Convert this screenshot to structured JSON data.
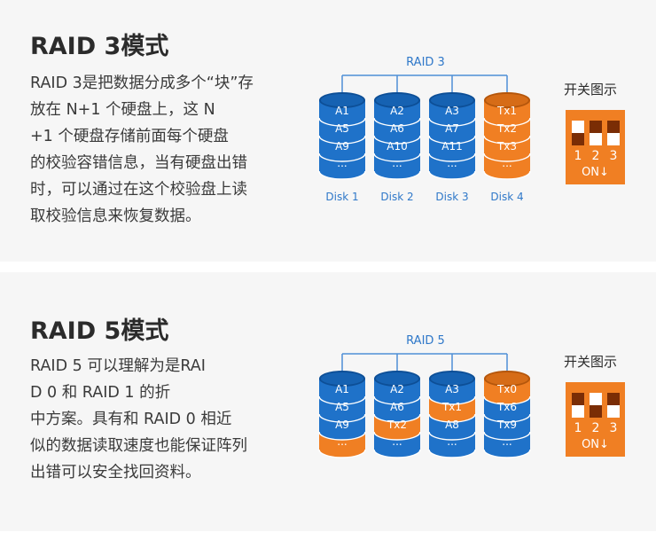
{
  "raid3": {
    "title": "RAID 3模式",
    "description": "RAID 3是把数据分成多个“块”存放在 N+1 个硬盘上，这 N+1 个硬盘存储前面每个硬盘的校验容错信息，当有硬盘出错时，可以通过在这个校验盘上读取校验信息来恢复数据。",
    "diagram_label": "RAID 3",
    "switch_title": "开关图示",
    "switch_numbers": [
      "1",
      "2",
      "3"
    ],
    "switch_on": "ON↓",
    "switch_states": [
      "down",
      "up",
      "up"
    ],
    "disks": [
      {
        "name": "Disk 1",
        "segments": [
          "A1",
          "A5",
          "A9",
          "..."
        ],
        "colors": [
          "blue",
          "blue",
          "blue",
          "blue"
        ]
      },
      {
        "name": "Disk 2",
        "segments": [
          "A2",
          "A6",
          "A10",
          "..."
        ],
        "colors": [
          "blue",
          "blue",
          "blue",
          "blue"
        ]
      },
      {
        "name": "Disk 3",
        "segments": [
          "A3",
          "A7",
          "A11",
          "..."
        ],
        "colors": [
          "blue",
          "blue",
          "blue",
          "blue"
        ]
      },
      {
        "name": "Disk 4",
        "segments": [
          "Tx1",
          "Tx2",
          "Tx3",
          "..."
        ],
        "colors": [
          "orange",
          "orange",
          "orange",
          "orange"
        ]
      }
    ]
  },
  "raid5": {
    "title": "RAID 5模式",
    "description": "RAID 5 可以理解为是RAID 0 和 RAID 1 的折中方案。具有和 RAID 0 相近似的数据读取速度也能保证阵列出错可以安全找回资料。",
    "diagram_label": "RAID 5",
    "switch_title": "开关图示",
    "switch_numbers": [
      "1",
      "2",
      "3"
    ],
    "switch_on": "ON↓",
    "switch_states": [
      "up",
      "down",
      "up"
    ],
    "disks": [
      {
        "name": "",
        "segments": [
          "A1",
          "A5",
          "A9",
          "..."
        ],
        "colors": [
          "blue",
          "blue",
          "blue",
          "orange"
        ]
      },
      {
        "name": "",
        "segments": [
          "A2",
          "A6",
          "Tx2",
          "..."
        ],
        "colors": [
          "blue",
          "blue",
          "orange",
          "blue"
        ]
      },
      {
        "name": "",
        "segments": [
          "A3",
          "Tx1",
          "A8",
          "..."
        ],
        "colors": [
          "blue",
          "orange",
          "blue",
          "blue"
        ]
      },
      {
        "name": "",
        "segments": [
          "Tx0",
          "Tx6",
          "Tx9",
          "..."
        ],
        "colors": [
          "orange",
          "blue",
          "blue",
          "blue"
        ]
      }
    ]
  },
  "colors": {
    "blue": "#1f72c9",
    "blue_dark": "#0d4f97",
    "orange": "#f07f23",
    "orange_dark": "#b5560b",
    "line": "#4f8fd6",
    "disk_label": "#2f78c9"
  }
}
